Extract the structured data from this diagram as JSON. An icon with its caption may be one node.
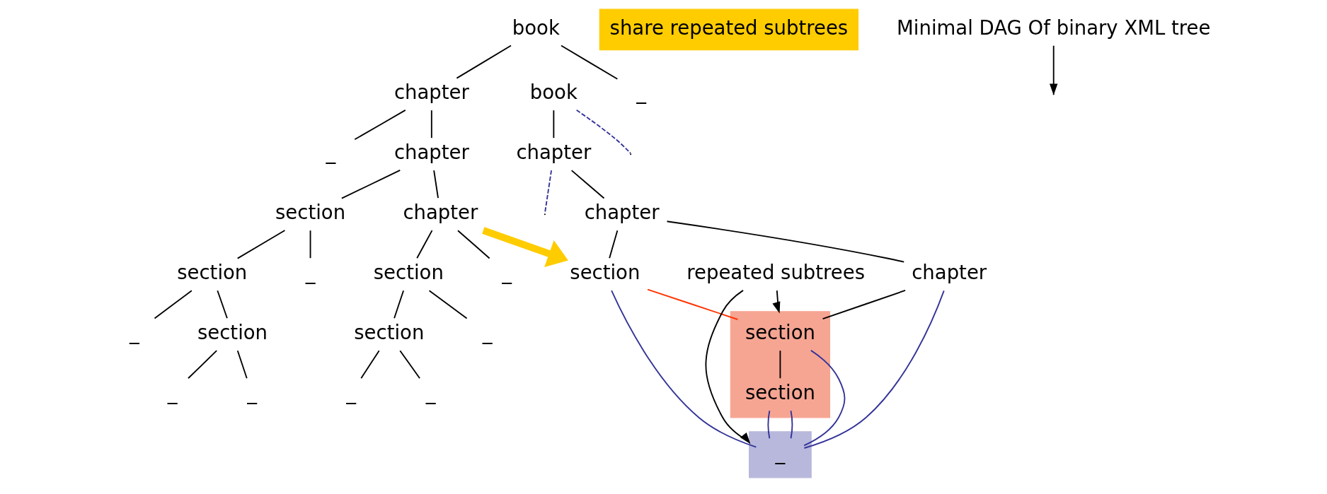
{
  "diagram": {
    "nodes": [
      {
        "text": [
          "book"
        ]
      },
      {
        "text": [
          "chapter"
        ]
      },
      {
        "text": [
          "_"
        ]
      },
      {
        "text": [
          "_"
        ]
      },
      {
        "text": [
          "chapter"
        ]
      },
      {
        "text": [
          "section"
        ]
      },
      {
        "text": [
          "chapter"
        ]
      },
      {
        "text": [
          "_"
        ]
      },
      {
        "text": [
          "section"
        ]
      },
      {
        "text": [
          "section"
        ]
      },
      {
        "text": [
          "_"
        ]
      },
      {
        "text": [
          "_"
        ]
      },
      {
        "text": [
          "section"
        ]
      },
      {
        "text": [
          "_"
        ]
      },
      {
        "text": [
          "section"
        ]
      },
      {
        "text": [
          "_"
        ]
      },
      {
        "text": [
          "_"
        ]
      },
      {
        "text": [
          "_"
        ]
      },
      {
        "text": [
          "_"
        ]
      },
      {
        "text": [
          "share repeated subtrees"
        ]
      },
      {
        "text": [
          "book"
        ]
      },
      {
        "text": [
          "chapter"
        ]
      },
      {
        "text": [
          "chapter"
        ]
      },
      {
        "text": [
          "section"
        ]
      },
      {
        "text": [
          "chapter"
        ]
      },
      {
        "text": [],
        "shape": "parallelogram"
      },
      {
        "text": [
          "section"
        ],
        "in": 25
      },
      {
        "text": [
          "section"
        ],
        "in": 25
      },
      {
        "text": [],
        "shape": "box"
      },
      {
        "text": [
          "_"
        ],
        "in": 28
      },
      {
        "text": [
          "Minimal DAG Of binary XML tree"
        ]
      },
      {
        "text": [
          "repeated subtrees"
        ]
      }
    ],
    "edges": [
      {
        "from": 0,
        "to": 1,
        "arrow": "none"
      },
      {
        "from": 0,
        "to": 2,
        "arrow": "none"
      },
      {
        "from": 1,
        "to": 3,
        "arrow": "none"
      },
      {
        "from": 1,
        "to": 4,
        "arrow": "none"
      },
      {
        "from": 4,
        "to": 5,
        "arrow": "none"
      },
      {
        "from": 4,
        "to": 6,
        "arrow": "none"
      },
      {
        "from": 5,
        "to": 7,
        "arrow": "none"
      },
      {
        "from": 5,
        "to": 8,
        "arrow": "none"
      },
      {
        "from": 6,
        "to": 9,
        "arrow": "none"
      },
      {
        "from": 6,
        "to": 10,
        "arrow": "none"
      },
      {
        "from": 8,
        "to": 11,
        "arrow": "none"
      },
      {
        "from": 8,
        "to": 12,
        "arrow": "none"
      },
      {
        "from": 9,
        "to": 13,
        "arrow": "none"
      },
      {
        "from": 9,
        "to": 14,
        "arrow": "none"
      },
      {
        "from": 12,
        "to": 15,
        "arrow": "none"
      },
      {
        "from": 12,
        "to": 16,
        "arrow": "none"
      },
      {
        "from": 14,
        "to": 17,
        "arrow": "none"
      },
      {
        "from": 14,
        "to": 18,
        "arrow": "none"
      },
      {
        "from": 6,
        "to": 23,
        "arrow": "to",
        "style": "thick",
        "color": "#ffcc00"
      },
      {
        "from": 20,
        "to": 21,
        "arrow": "none"
      },
      {
        "from": 20,
        "to": null,
        "arrow": "none",
        "style": "dashed",
        "color": "#333399"
      },
      {
        "from": 21,
        "to": null,
        "arrow": "none",
        "style": "dashed",
        "color": "#333399"
      },
      {
        "from": 21,
        "to": 22,
        "arrow": "none"
      },
      {
        "from": 22,
        "to": 23,
        "arrow": "none"
      },
      {
        "from": 22,
        "to": 24,
        "arrow": "none"
      },
      {
        "from": 24,
        "to": 26,
        "arrow": "none"
      },
      {
        "from": 26,
        "to": 27,
        "arrow": "none"
      },
      {
        "from": 23,
        "to": 26,
        "arrow": "none",
        "color": "#ff3300"
      },
      {
        "from": 23,
        "to": 29,
        "arrow": "none",
        "color": "#333399"
      },
      {
        "from": 26,
        "to": 29,
        "arrow": "none",
        "color": "#333399"
      },
      {
        "from": 27,
        "to": 29,
        "arrow": "none",
        "color": "#333399"
      },
      {
        "from": 27,
        "to": 29,
        "arrow": "none",
        "color": "#333399"
      },
      {
        "from": 24,
        "to": 29,
        "arrow": "none",
        "color": "#333399"
      },
      {
        "from": 30,
        "to": null,
        "arrow": "to"
      },
      {
        "from": 31,
        "to": 25,
        "arrow": "to"
      },
      {
        "from": 31,
        "to": 28,
        "arrow": "to"
      }
    ]
  }
}
